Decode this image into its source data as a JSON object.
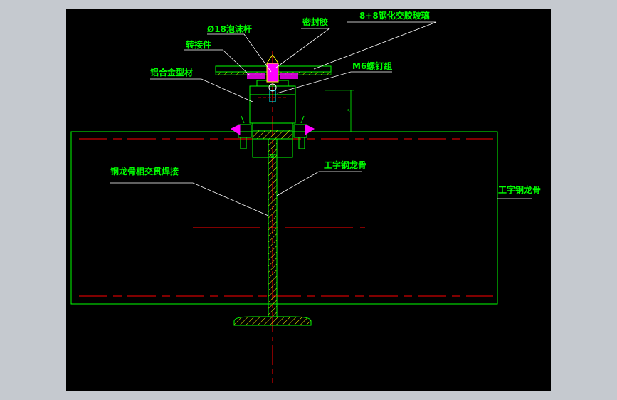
{
  "colors": {
    "background": "#000000",
    "frame": "#c5c9cf",
    "label": "#00ff00",
    "outline": "#00ff00",
    "centerline": "#ff0000",
    "leader": "#ffffff",
    "hatch": "#ffff00",
    "fastener": "#ff00ff",
    "section": "#00ffff"
  },
  "labels": {
    "foam_rod": "Ø18泡沫杆",
    "sealant": "密封胶",
    "glass": "8+8钢化交胶玻璃",
    "adapter": "转接件",
    "aluminum_profile": "铝合金型材",
    "bolt_group": "M6螺钉组",
    "weld_note": "钢龙骨相交贯焊接",
    "i_beam_web": "工字钢龙骨",
    "i_beam_side": "工字钢龙骨"
  },
  "dimensions": {
    "height": "5",
    "width": "80"
  }
}
